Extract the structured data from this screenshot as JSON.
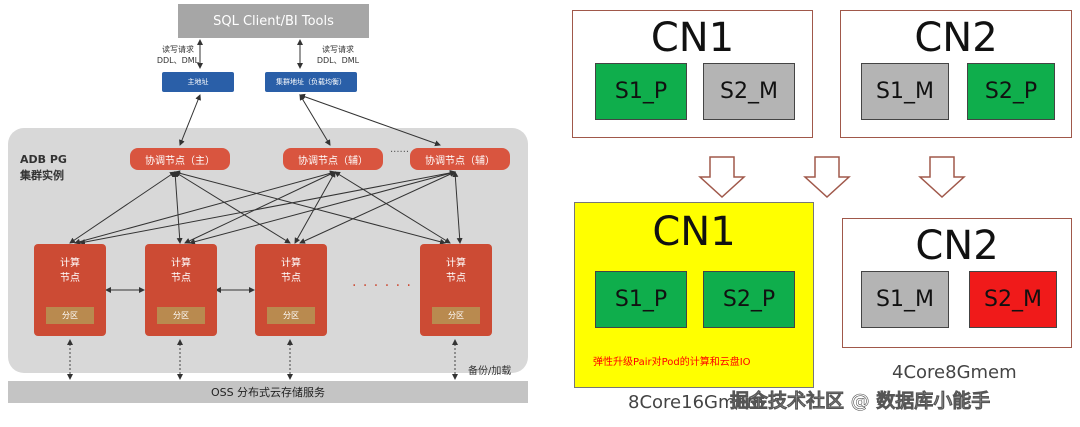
{
  "left": {
    "client": "SQL Client/BI Tools",
    "request_label": [
      "读写请求",
      "DDL、DML"
    ],
    "addr_master": "主地址",
    "addr_cluster": "集群地址（负载均衡）",
    "cluster_label": "ADB PG\n集群实例",
    "coord_master": "协调节点（主）",
    "coord_aux": "协调节点（辅）",
    "coord_dots": "······",
    "compute_label": "计算\n节点",
    "partition_label": "分区",
    "compute_dots": "· · · · · ·",
    "backup": "备份/加载",
    "oss": "OSS 分布式云存储服务"
  },
  "right": {
    "top_cn1": {
      "title": "CN1",
      "s1": "S1_P",
      "s2": "S2_M"
    },
    "top_cn2": {
      "title": "CN2",
      "s1": "S1_M",
      "s2": "S2_P"
    },
    "bottom_cn1": {
      "title": "CN1",
      "s1": "S1_P",
      "s2": "S2_P",
      "note": "弹性升级Pair对Pod的计算和云盘IO",
      "spec": "8Core16Gmem"
    },
    "bottom_cn2": {
      "title": "CN2",
      "s1": "S1_M",
      "s2": "S2_M",
      "spec": "4Core8Gmem"
    }
  },
  "watermark": "掘金技术社区 @ 数据库小能手",
  "colors": {
    "primary_shard": "#0fae4c",
    "mirror_shard": "#b4b4b4",
    "failed_shard": "#f01a1a",
    "upgraded_node": "#ffff00",
    "compute_node": "#cc4b34",
    "coordinator": "#d9553f"
  }
}
